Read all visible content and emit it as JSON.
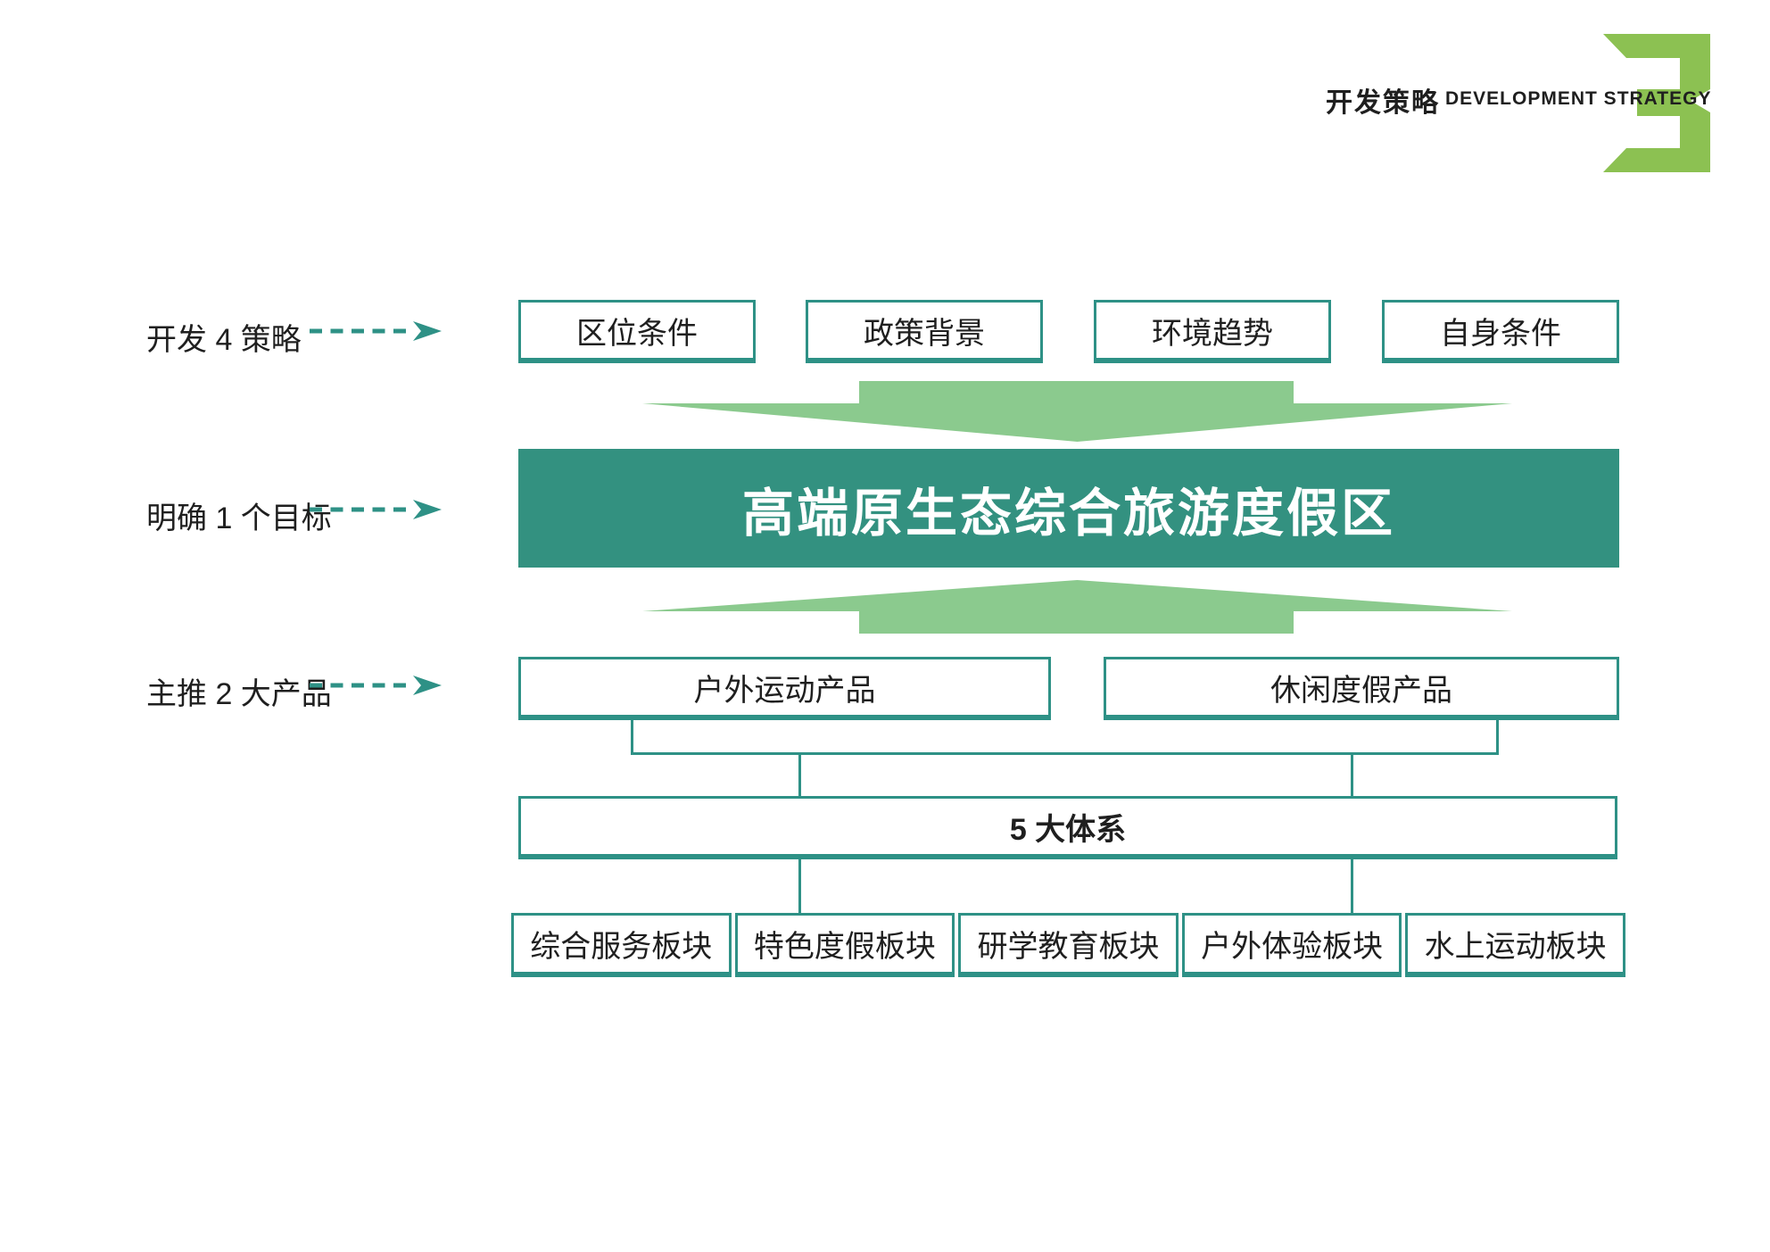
{
  "header": {
    "title_zh": "开发策略",
    "title_en": "DEVELOPMENT STRATEGY",
    "chapter_number": "3"
  },
  "colors": {
    "teal": "#2E9186",
    "banner_fill": "#339180",
    "light_green": "#8BCA8E",
    "chapter_green": "#8CC152",
    "text": "#1F1F1F"
  },
  "rows": {
    "strategies": {
      "label": "开发 4 策略",
      "items": [
        "区位条件",
        "政策背景",
        "环境趋势",
        "自身条件"
      ]
    },
    "goal": {
      "label": "明确 1 个目标",
      "banner": "高端原生态综合旅游度假区"
    },
    "products": {
      "label": "主推 2 大产品",
      "items": [
        "户外运动产品",
        "休闲度假产品"
      ]
    },
    "system": {
      "title": "5 大体系"
    },
    "sectors": {
      "items": [
        "综合服务板块",
        "特色度假板块",
        "研学教育板块",
        "户外体验板块",
        "水上运动板块"
      ]
    }
  }
}
